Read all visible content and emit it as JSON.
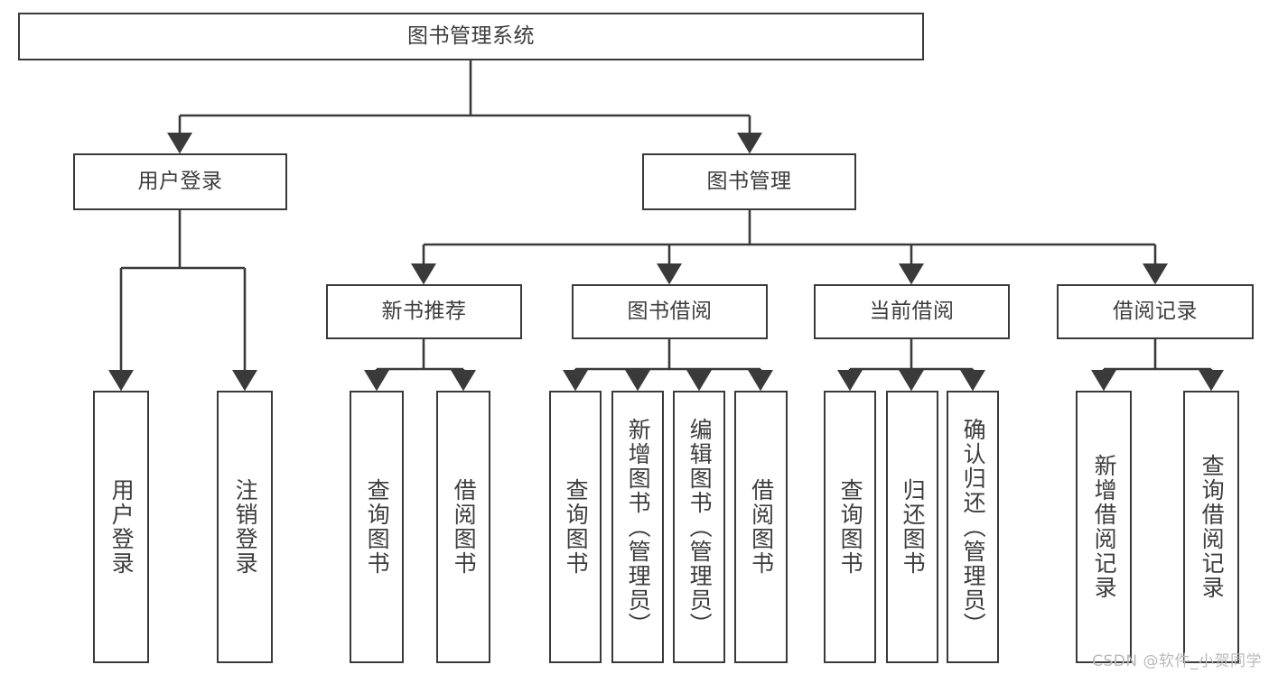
{
  "diagram": {
    "title": "图书管理系统",
    "type": "tree-hierarchy-chart",
    "watermark": "CSDN @软件_小贺同学",
    "colors": {
      "stroke": "#3a3a3a",
      "text": "#3d3d3d",
      "background": "#ffffff",
      "watermark": "#b9b9b9"
    },
    "nodes": {
      "root": {
        "label": "图书管理系统"
      },
      "level2": [
        {
          "id": "user-login",
          "label": "用户登录"
        },
        {
          "id": "book-management",
          "label": "图书管理"
        }
      ],
      "level3": [
        {
          "id": "new-book-recommend",
          "label": "新书推荐"
        },
        {
          "id": "book-borrow",
          "label": "图书借阅"
        },
        {
          "id": "current-borrow",
          "label": "当前借阅"
        },
        {
          "id": "borrow-record",
          "label": "借阅记录"
        }
      ],
      "leaves": {
        "user-login": [
          {
            "id": "leaf-user-login",
            "label": "用户登录"
          },
          {
            "id": "leaf-logout-login",
            "label": "注销登录"
          }
        ],
        "new-book-recommend": [
          {
            "id": "leaf-query-book-1",
            "label": "查询图书"
          },
          {
            "id": "leaf-borrow-book-1",
            "label": "借阅图书"
          }
        ],
        "book-borrow": [
          {
            "id": "leaf-query-book-2",
            "label": "查询图书"
          },
          {
            "id": "leaf-add-book",
            "label": "新增图书（管理员）"
          },
          {
            "id": "leaf-edit-book",
            "label": "编辑图书（管理员）"
          },
          {
            "id": "leaf-borrow-book-2",
            "label": "借阅图书"
          }
        ],
        "current-borrow": [
          {
            "id": "leaf-query-book-3",
            "label": "查询图书"
          },
          {
            "id": "leaf-return-book",
            "label": "归还图书"
          },
          {
            "id": "leaf-confirm-return",
            "label": "确认归还（管理员）"
          }
        ],
        "borrow-record": [
          {
            "id": "leaf-add-borrow-record",
            "label": "新增借阅记录"
          },
          {
            "id": "leaf-query-borrow-record",
            "label": "查询借阅记录"
          }
        ]
      }
    }
  }
}
